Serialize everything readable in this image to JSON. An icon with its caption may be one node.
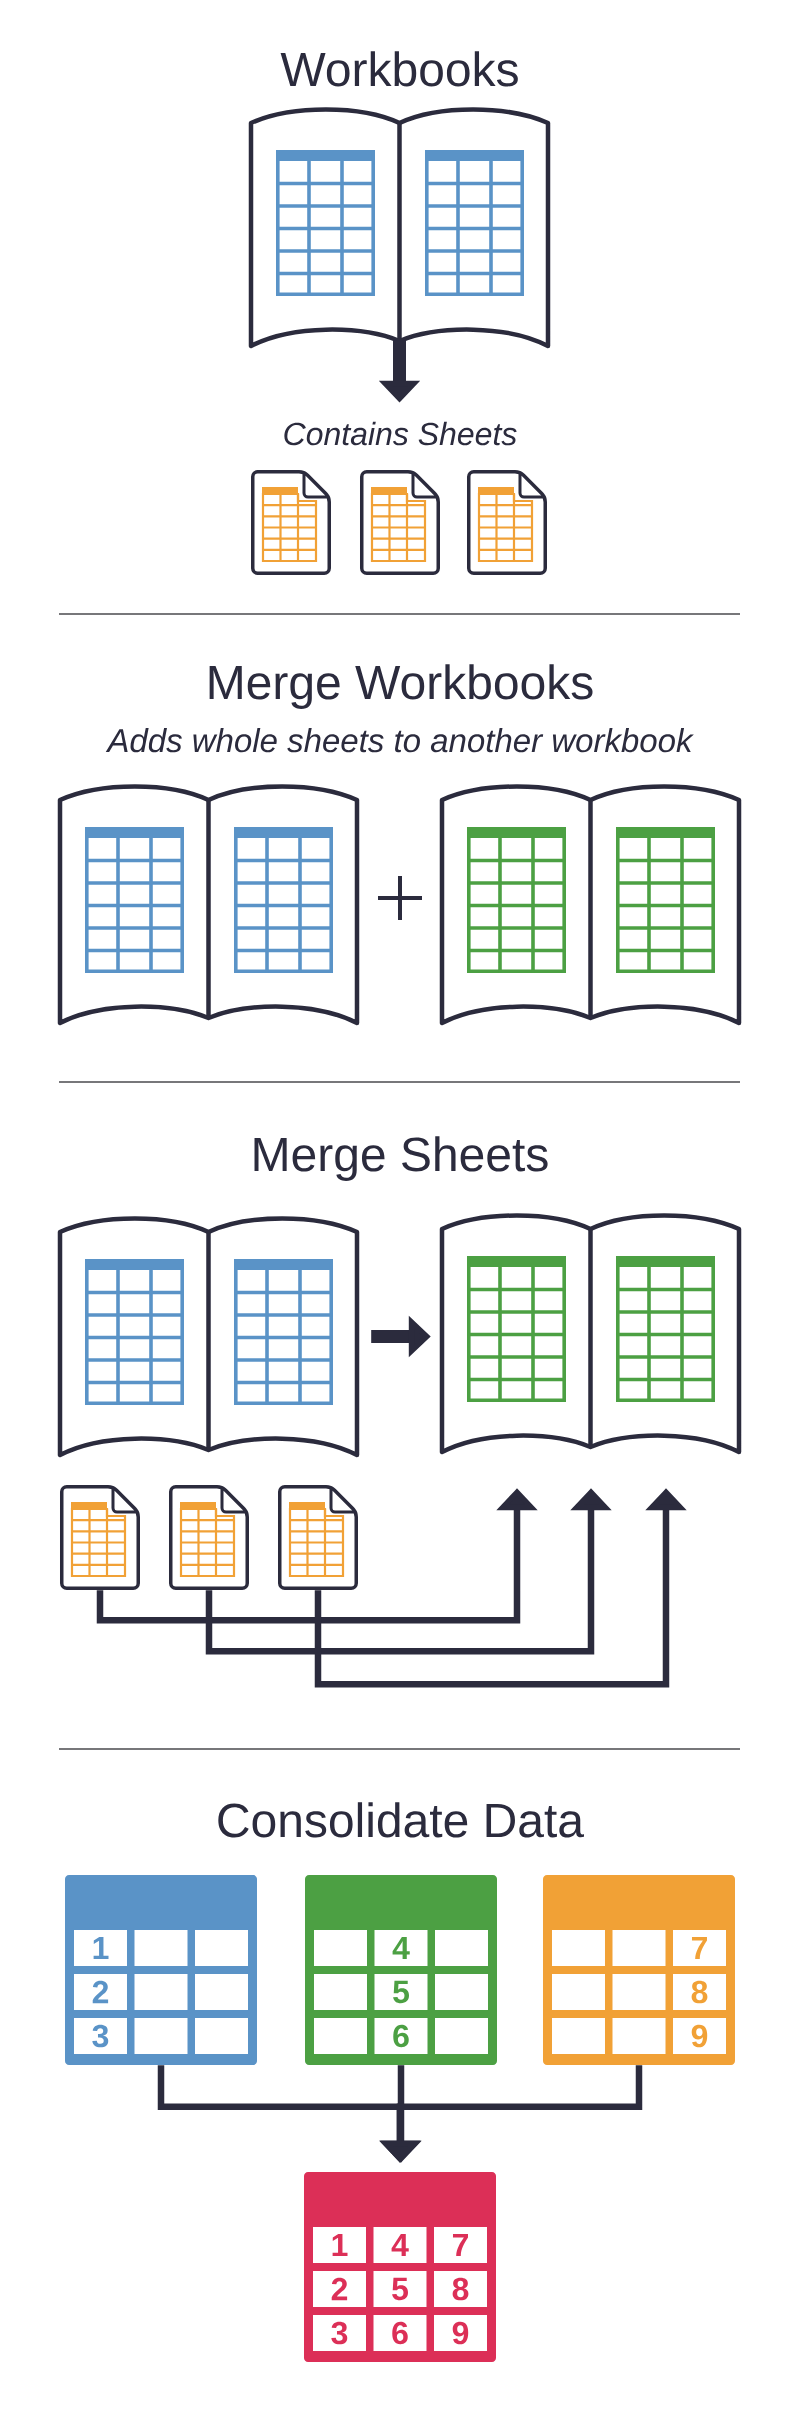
{
  "diagram": {
    "nodes": [
      {
        "text": [],
        "shape": "book"
      },
      {
        "text": [
          "Contains Sheets"
        ]
      },
      {
        "text": [],
        "shape": "sheet"
      },
      {
        "text": [],
        "shape": "sheet"
      },
      {
        "text": [],
        "shape": "sheet"
      },
      {
        "text": [],
        "shape": "book"
      },
      {
        "text": [],
        "shape": "book"
      },
      {
        "text": [],
        "shape": "book"
      },
      {
        "text": [],
        "shape": "book"
      },
      {
        "text": [],
        "shape": "sheet"
      },
      {
        "text": [],
        "shape": "sheet"
      },
      {
        "text": [],
        "shape": "sheet"
      },
      {
        "text": [
          "1",
          "2",
          "3"
        ]
      },
      {
        "text": [
          "4",
          "5",
          "6"
        ]
      },
      {
        "text": [
          "7",
          "8",
          "9"
        ]
      },
      {
        "text": [
          "1",
          "4",
          "7",
          "2",
          "5",
          "8",
          "3",
          "6",
          "9"
        ]
      }
    ],
    "edges": [
      {
        "from": 0,
        "to": 1,
        "arrow": "to",
        "style": "thick"
      },
      {
        "from": 7,
        "to": 8,
        "arrow": "to",
        "style": "thick"
      },
      {
        "from": 9,
        "to": 8,
        "arrow": "to"
      },
      {
        "from": 10,
        "to": 8,
        "arrow": "to"
      },
      {
        "from": 11,
        "to": 8,
        "arrow": "to"
      },
      {
        "from": 12,
        "to": 15,
        "arrow": "to"
      },
      {
        "from": 13,
        "to": 15,
        "arrow": "to"
      },
      {
        "from": 14,
        "to": 15,
        "arrow": "to"
      }
    ],
    "labels": [
      "Workbooks",
      "Merge Workbooks",
      "Adds whole sheets to another workbook",
      "Merge Sheets",
      "Consolidate Data"
    ]
  }
}
